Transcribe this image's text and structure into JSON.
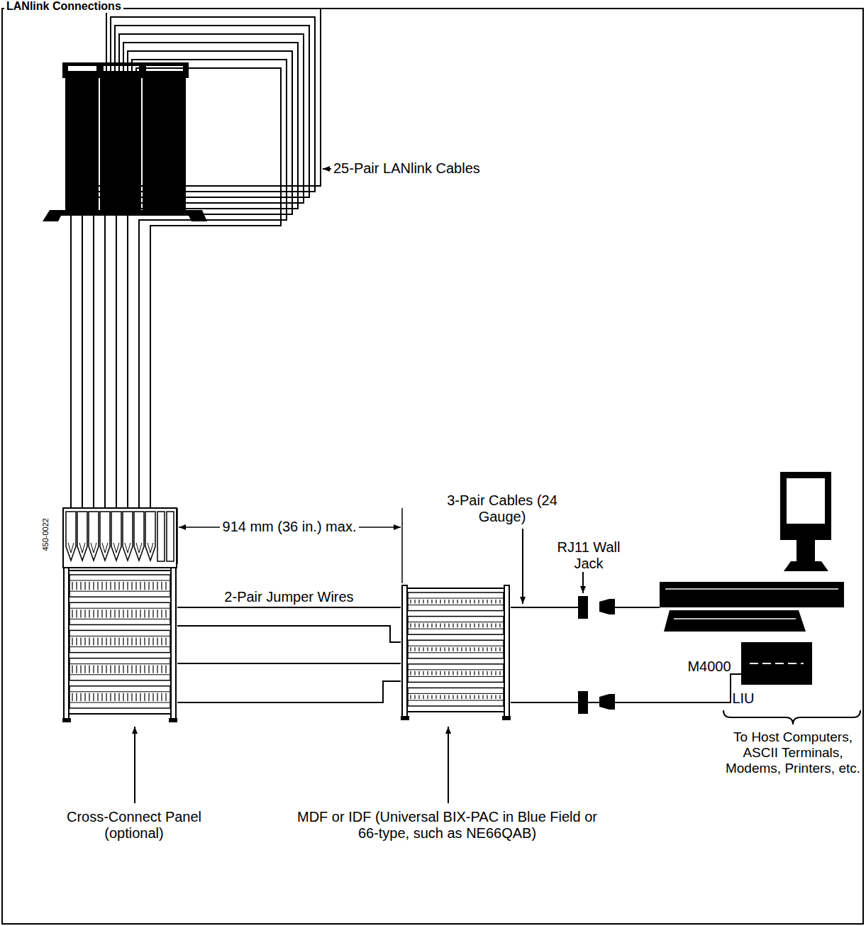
{
  "diagram": {
    "title": "LANlink Connections",
    "nodes": [
      {
        "text": [
          "Cross-Connect Panel (optional)"
        ]
      },
      {
        "text": [
          "MDF or IDF (Universal BIX-PAC in Blue Field or 66-type, such as NE66QAB)"
        ]
      },
      {
        "text": [
          "RJ11 Wall Jack"
        ]
      },
      {
        "text": [
          "M4000"
        ]
      },
      {
        "text": [
          "LIU",
          "To Host Computers, ASCII Terminals, Modems, Printers, etc."
        ]
      }
    ],
    "edges": [
      {
        "from": 0,
        "to": 1,
        "arrow": "none",
        "label": "2-Pair Jumper Wires"
      },
      {
        "from": 0,
        "to": 1,
        "arrow": "none"
      },
      {
        "from": 0,
        "to": 1,
        "arrow": "none"
      },
      {
        "from": 0,
        "to": 1,
        "arrow": "none"
      },
      {
        "from": 1,
        "to": 2,
        "arrow": "none"
      },
      {
        "from": 2,
        "to": 3,
        "arrow": "none"
      },
      {
        "from": 1,
        "to": 4,
        "arrow": "none"
      }
    ],
    "labels": [
      "25-Pair LANlink Cables",
      "914 mm (36 in.) max.",
      "3-Pair Cables (24 Gauge)",
      "450-0022"
    ]
  }
}
